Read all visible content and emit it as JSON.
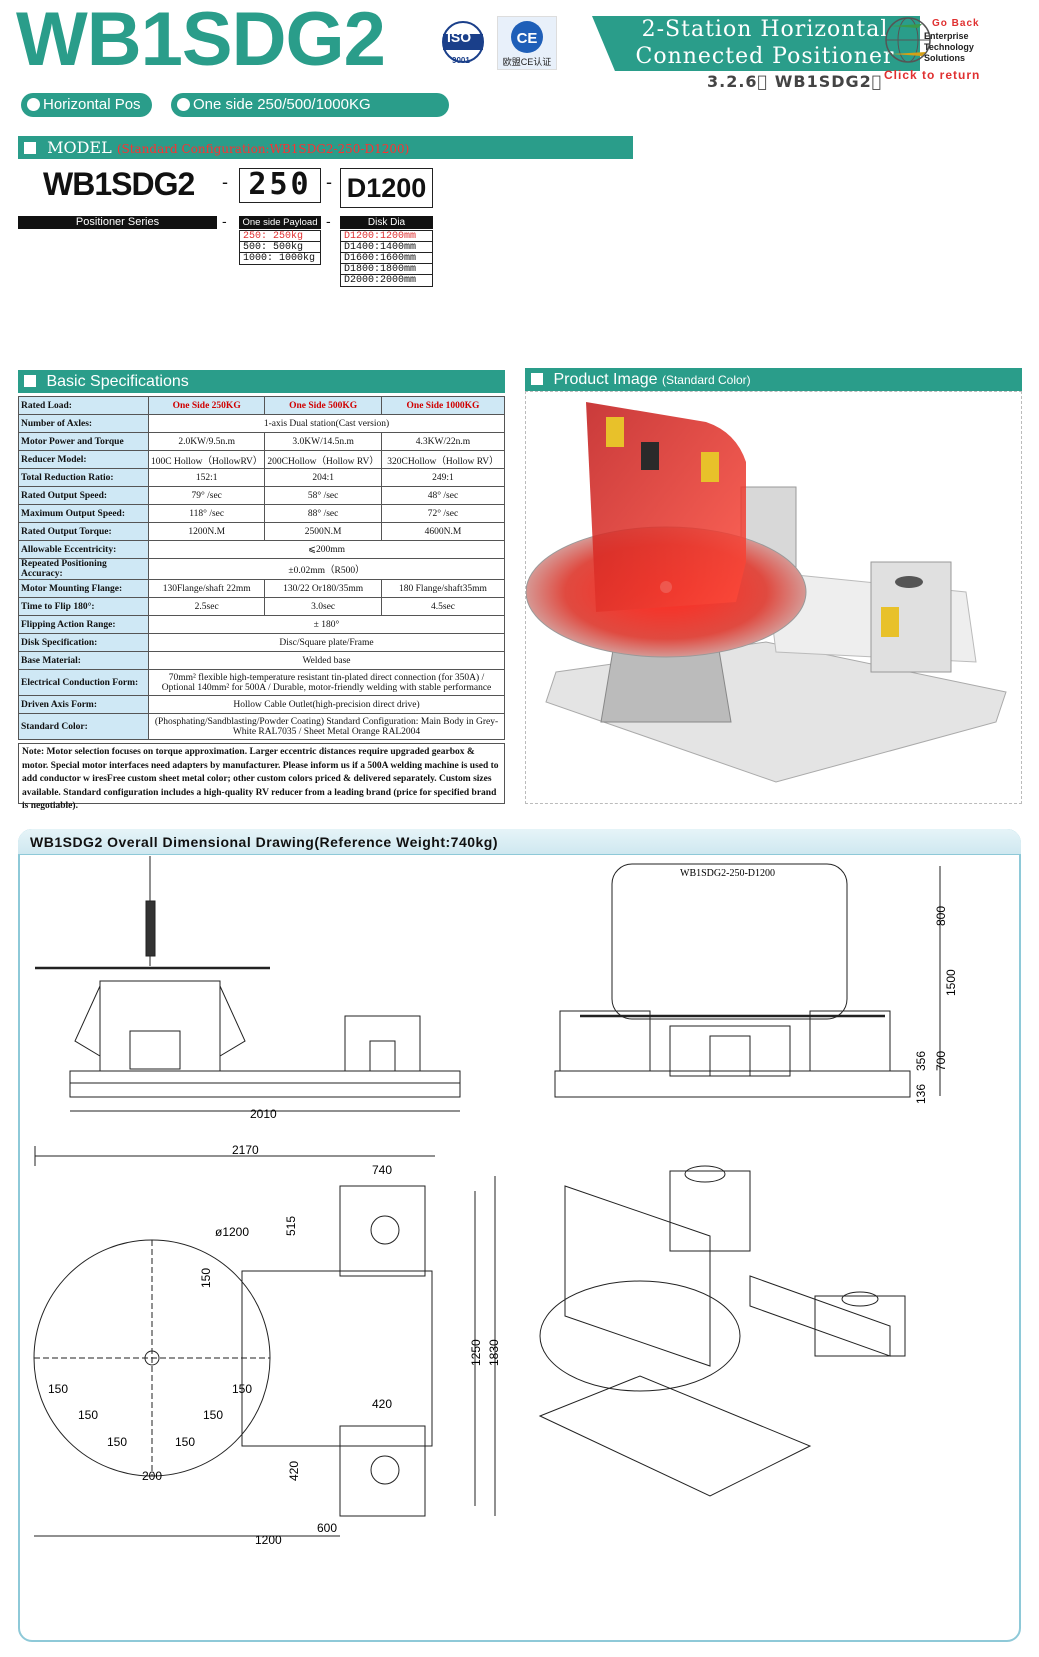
{
  "header": {
    "model_title": "WB1SDG2",
    "iso_label": "ISO",
    "iso_number": "9001",
    "ce_label": "欧盟CE认证",
    "banner_line1": "2-Station Horizontal",
    "banner_line2": "Connected Positioner",
    "section_ref": "3.2.6\u0000 WB1SDG2\u0000",
    "go_back": "Go Back",
    "logo_words": [
      "Enterprise",
      "Technology",
      "Solutions"
    ],
    "click_return": "Click to return"
  },
  "pills": {
    "type": "Horizontal Pos",
    "payload": "One side 250/500/1000KG"
  },
  "model": {
    "bar_label": "MODEL",
    "bar_note": "(Standard Configuration:WB1SDG2-250-D1200)",
    "series_code": "WB1SDG2",
    "payload_code": "250",
    "disk_code": "D1200",
    "dash": "-",
    "series_label": "Positioner Series",
    "payload_label": "One side Payload",
    "disk_label": "Disk Dia",
    "payload_options": [
      "250:  250kg",
      "500:  500kg",
      "1000: 1000kg"
    ],
    "disk_options": [
      "D1200:1200mm",
      "D1400:1400mm",
      "D1600:1600mm",
      "D1800:1800mm",
      "D2000:2000mm"
    ]
  },
  "specs": {
    "bar_label": "Basic Specifications",
    "header": {
      "label": "Rated Load:",
      "cols": [
        "One Side 250KG",
        "One Side 500KG",
        "One Side 1000KG"
      ]
    },
    "rows": [
      {
        "label": "Number of Axles:",
        "span": "1-axis Dual station(Cast version)"
      },
      {
        "label": "Motor Power and Torque",
        "cols": [
          "2.0KW/9.5n.m",
          "3.0KW/14.5n.m",
          "4.3KW/22n.m"
        ]
      },
      {
        "label": "Reducer Model:",
        "cols": [
          "100C Hollow（HollowRV）",
          "200CHollow（Hollow RV）",
          "320CHollow（Hollow RV）"
        ]
      },
      {
        "label": "Total Reduction Ratio:",
        "cols": [
          "152:1",
          "204:1",
          "249:1"
        ]
      },
      {
        "label": "Rated Output Speed:",
        "cols": [
          "79° /sec",
          "58° /sec",
          "48° /sec"
        ]
      },
      {
        "label": "Maximum Output Speed:",
        "cols": [
          "118° /sec",
          "88° /sec",
          "72° /sec"
        ]
      },
      {
        "label": "Rated Output Torque:",
        "cols": [
          "1200N.M",
          "2500N.M",
          "4600N.M"
        ]
      },
      {
        "label": "Allowable Eccentricity:",
        "span": "⩽200mm"
      },
      {
        "label": "Repeated Positioning Accuracy:",
        "span": "±0.02mm（R500）"
      },
      {
        "label": "Motor Mounting Flange:",
        "cols": [
          "130Flange/shaft 22mm",
          "130/22 Or180/35mm",
          "180 Flange/shaft35mm"
        ]
      },
      {
        "label": "Time to Flip 180°:",
        "cols": [
          "2.5sec",
          "3.0sec",
          "4.5sec"
        ]
      },
      {
        "label": "Flipping Action Range:",
        "span": "± 180°"
      },
      {
        "label": "Disk Specification:",
        "span": "Disc/Square plate/Frame"
      },
      {
        "label": "Base Material:",
        "span": "Welded base"
      },
      {
        "label": "Electrical Conduction Form:",
        "span": "70mm²  flexible high-temperature resistant tin-plated direct connection (for 350A) / Optional 140mm²  for 500A / Durable, motor-friendly welding with stable performance",
        "tall": true
      },
      {
        "label": "Driven Axis Form:",
        "span": "Hollow Cable Outlet(high-precision direct drive)"
      },
      {
        "label": "Standard Color:",
        "span": "(Phosphating/Sandblasting/Powder Coating) Standard Configuration: Main Body in Grey-White RAL7035 / Sheet Metal Orange RAL2004",
        "tall": true
      }
    ],
    "note": "Note: Motor selection focuses on torque approximation. Larger eccentric distances require upgraded gearbox & motor. Special motor interfaces need adapters by manufacturer. Please inform us if a 500A welding machine is used to add conductor w iresFree custom sheet metal color; other custom colors priced & delivered separately. Custom sizes available. Standard configuration includes a high-quality RV reducer from a leading brand (price for specified brand is negotiable)."
  },
  "product": {
    "bar_label": "Product Image",
    "bar_note": "(Standard Color)"
  },
  "drawing": {
    "title": "WB1SDG2  Overall Dimensional Drawing(Reference Weight:740kg)",
    "side_view_label": "WB1SDG2-250-D1200",
    "dims": {
      "front_width": "2010",
      "side_800": "800",
      "side_1500": "1500",
      "side_356": "356",
      "side_700": "700",
      "side_136": "136",
      "plan_2170": "2170",
      "plan_740": "740",
      "plan_515": "515",
      "plan_dia": "ø1200",
      "plan_150": "150",
      "plan_1250": "1250",
      "plan_1830": "1830",
      "plan_420a": "420",
      "plan_420b": "420",
      "plan_200": "200",
      "plan_600": "600",
      "plan_1200": "1200"
    }
  },
  "colors": {
    "brand": "#2a9d8a",
    "red": "#d00000",
    "table_label": "#cfe8f5"
  }
}
